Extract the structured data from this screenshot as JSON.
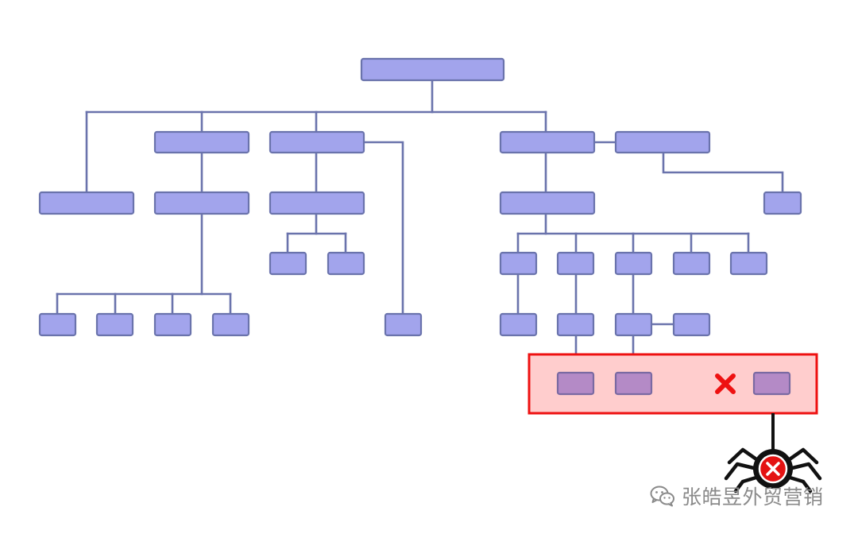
{
  "diagram": {
    "colors": {
      "node_fill": "#a2a4ec",
      "node_stroke": "#6a73ac",
      "edge": "#6a73ac",
      "highlight_fill": "#ffcdcd",
      "highlight_stroke": "#ee1111",
      "highlight_node_fill": "#b48ac6",
      "highlight_node_stroke": "#7a6aa2",
      "cross": "#ee1111",
      "spider_body": "#111111",
      "spider_badge": "#e41212"
    },
    "nodes": [
      {
        "id": "root"
      },
      {
        "id": "l1-a"
      },
      {
        "id": "l1-b"
      },
      {
        "id": "l1-c"
      },
      {
        "id": "l1-d"
      },
      {
        "id": "l1-e"
      },
      {
        "id": "l2-a"
      },
      {
        "id": "l2-b"
      },
      {
        "id": "l2-c"
      },
      {
        "id": "l2-d"
      },
      {
        "id": "l2-e"
      },
      {
        "id": "l3-a"
      },
      {
        "id": "l3-b"
      },
      {
        "id": "l3-c"
      },
      {
        "id": "l3-d"
      },
      {
        "id": "l3-e"
      },
      {
        "id": "l3-f"
      },
      {
        "id": "l3-g"
      },
      {
        "id": "l4-a"
      },
      {
        "id": "l4-b"
      },
      {
        "id": "l4-c"
      },
      {
        "id": "l4-d"
      },
      {
        "id": "l4-e"
      },
      {
        "id": "l4-f"
      },
      {
        "id": "l4-g"
      },
      {
        "id": "l4-h"
      },
      {
        "id": "l4-i"
      },
      {
        "id": "l5-a"
      },
      {
        "id": "l5-b"
      },
      {
        "id": "l5-c"
      }
    ],
    "uncrawled_group": {
      "marker": "cross-icon",
      "crawler": "spider-icon"
    }
  },
  "watermark": {
    "icon": "wechat-icon",
    "text": "张皓昱外贸营销"
  }
}
